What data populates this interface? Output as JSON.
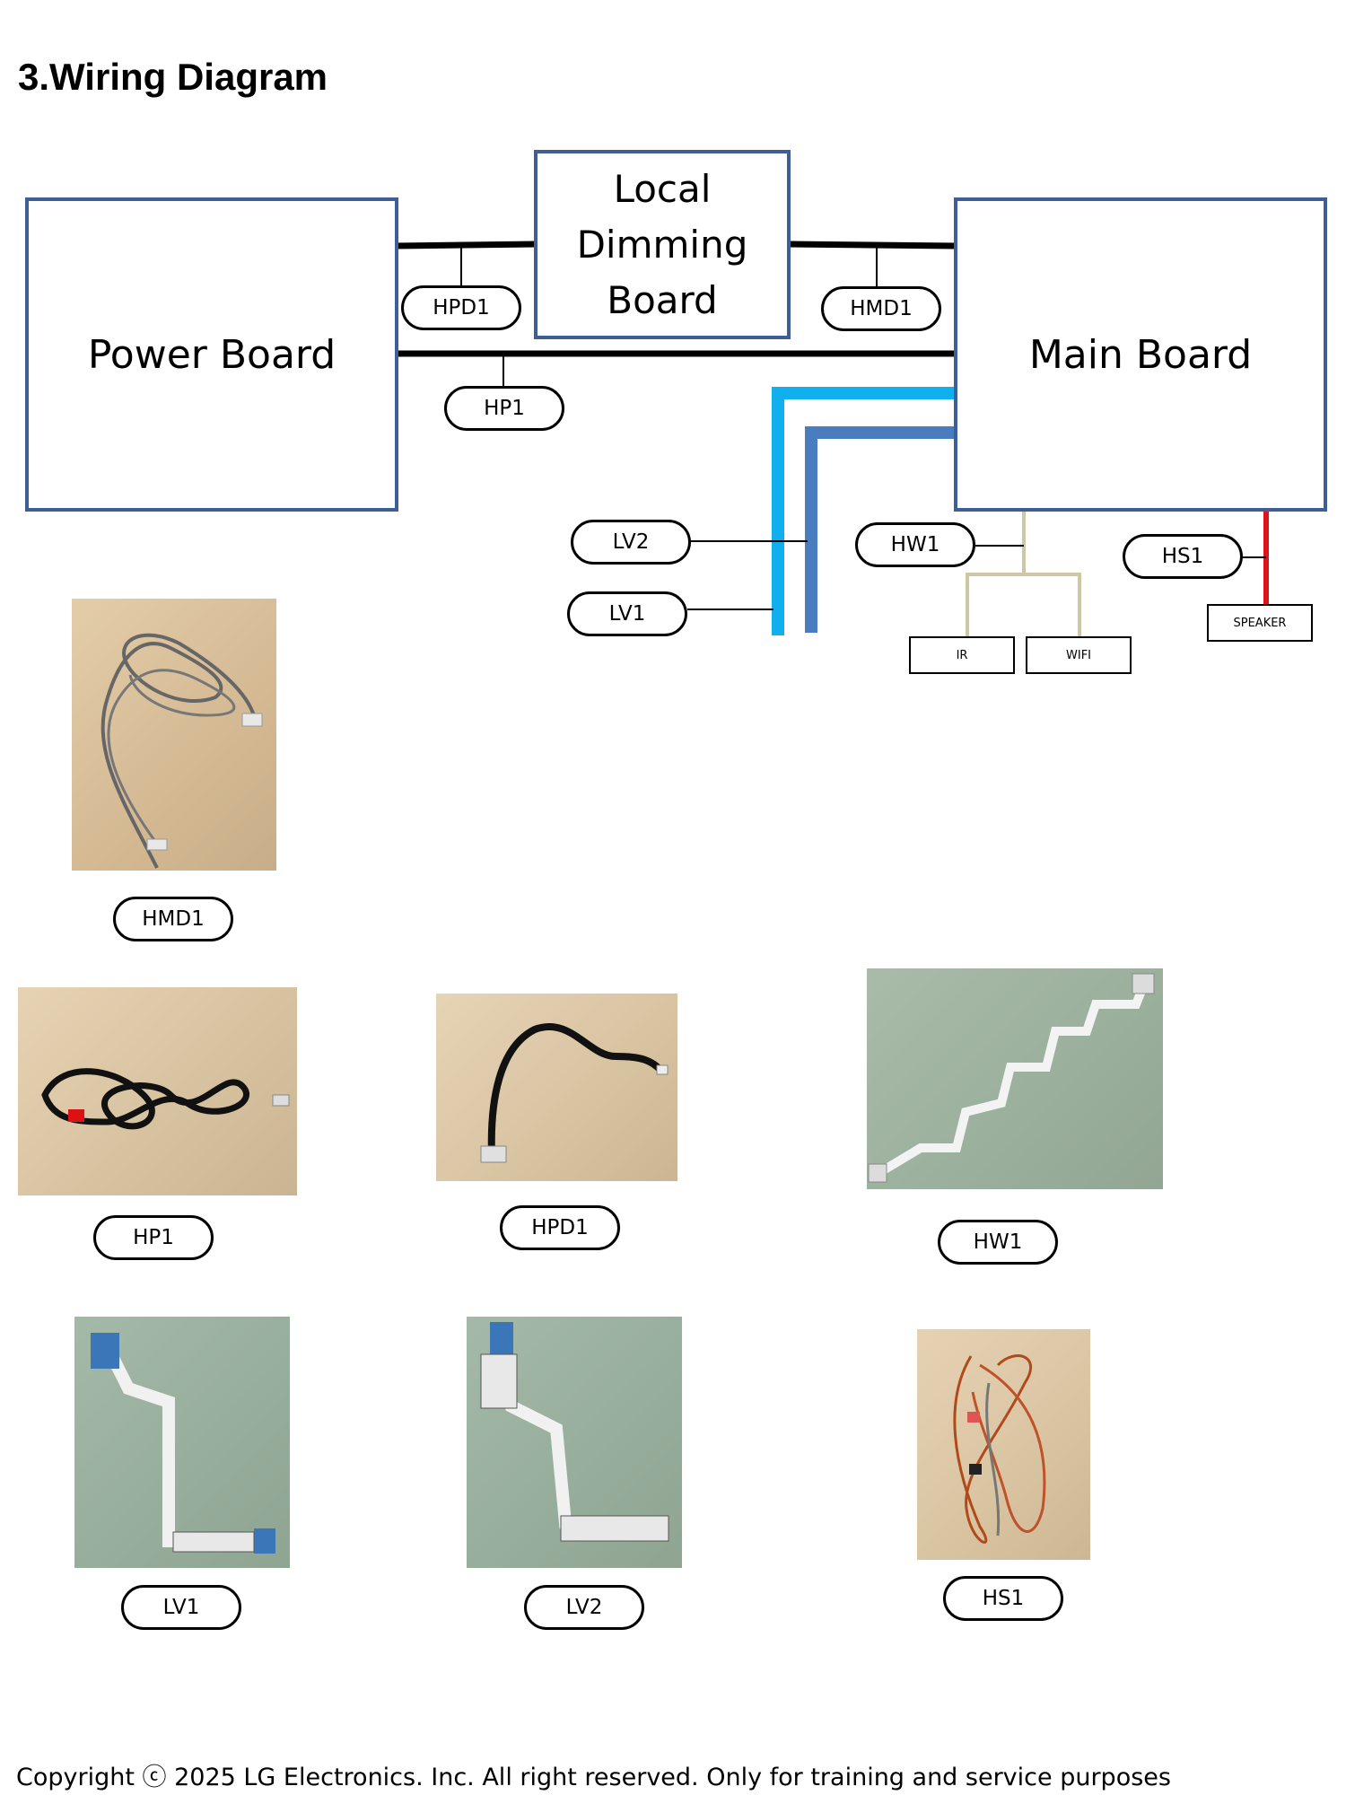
{
  "page": {
    "title": "3.Wiring Diagram",
    "copyright": "Copyright ⓒ 2025 LG Electronics. Inc. All right reserved. Only for training and service purposes"
  },
  "diagram": {
    "boards": {
      "power": "Power Board",
      "local_dimming": [
        "Local",
        "Dimming",
        "Board"
      ],
      "main": "Main Board"
    },
    "connectors": {
      "hpd1": "HPD1",
      "hmd1": "HMD1",
      "hp1": "HP1",
      "lv2": "LV2",
      "lv1": "LV1",
      "hw1": "HW1",
      "hs1": "HS1"
    },
    "peripherals": {
      "ir": "IR",
      "wifi": "WIFI",
      "speaker": "SPEAKER"
    },
    "colors": {
      "box_border": "#3d5f96",
      "lv1_cable": "#10b0ef",
      "lv2_cable": "#4a7cc0",
      "hw_cable": "#cfc6a4",
      "speaker_cable": "#e0131b"
    }
  },
  "photos": {
    "hmd1": "HMD1",
    "hp1": "HP1",
    "hpd1": "HPD1",
    "hw1": "HW1",
    "lv1": "LV1",
    "lv2": "LV2",
    "hs1": "HS1"
  }
}
